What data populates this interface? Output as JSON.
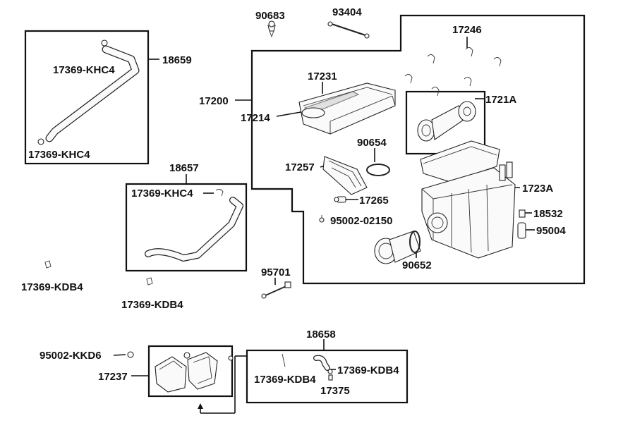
{
  "labels": {
    "p90683": "90683",
    "p93404": "93404",
    "p17246": "17246",
    "p18659": "18659",
    "p17369_khc4_a": "17369-KHC4",
    "p17369_khc4_b": "17369-KHC4",
    "p17200": "17200",
    "p17231": "17231",
    "p1721a": "1721A",
    "p17214": "17214",
    "p90654": "90654",
    "p17257": "17257",
    "p1723a": "1723A",
    "p18657": "18657",
    "p17369_khc4_c": "17369-KHC4",
    "p17265": "17265",
    "p18532": "18532",
    "p95002_02150": "95002-02150",
    "p95004": "95004",
    "p90652": "90652",
    "p95701": "95701",
    "p17369_kdb4_a": "17369-KDB4",
    "p17369_kdb4_b": "17369-KDB4",
    "p18658": "18658",
    "p95002_kkd6": "95002-KKD6",
    "p17237": "17237",
    "p17369_kdb4_c": "17369-KDB4",
    "p17369_kdb4_d": "17369-KDB4",
    "p17375": "17375"
  }
}
